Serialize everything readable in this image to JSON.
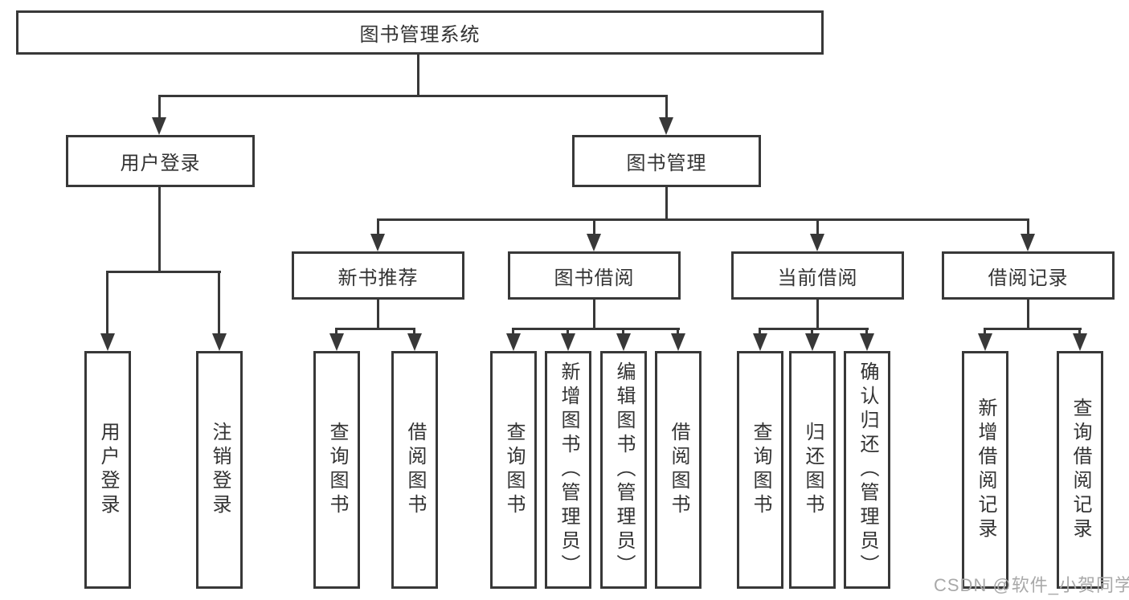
{
  "diagram": {
    "root": "图书管理系统",
    "level2": {
      "user_login": "用户登录",
      "book_management": "图书管理"
    },
    "level3": {
      "new_book_recommendation": "新书推荐",
      "book_borrowing": "图书借阅",
      "current_borrowing": "当前借阅",
      "borrowing_records": "借阅记录"
    },
    "leaves": {
      "user_login": [
        "用户登录",
        "注销登录"
      ],
      "new_book_recommendation": [
        "查询图书",
        "借阅图书"
      ],
      "book_borrowing": [
        "查询图书",
        "新增图书（管理员）",
        "编辑图书（管理员）",
        "借阅图书"
      ],
      "current_borrowing": [
        "查询图书",
        "归还图书",
        "确认归还（管理员）"
      ],
      "borrowing_records": [
        "新增借阅记录",
        "查询借阅记录"
      ]
    }
  },
  "watermark": "CSDN @软件_小贺同学",
  "colors": {
    "line": "#383838",
    "text": "#333333",
    "watermark": "#a9a9a9",
    "background": "#ffffff"
  }
}
